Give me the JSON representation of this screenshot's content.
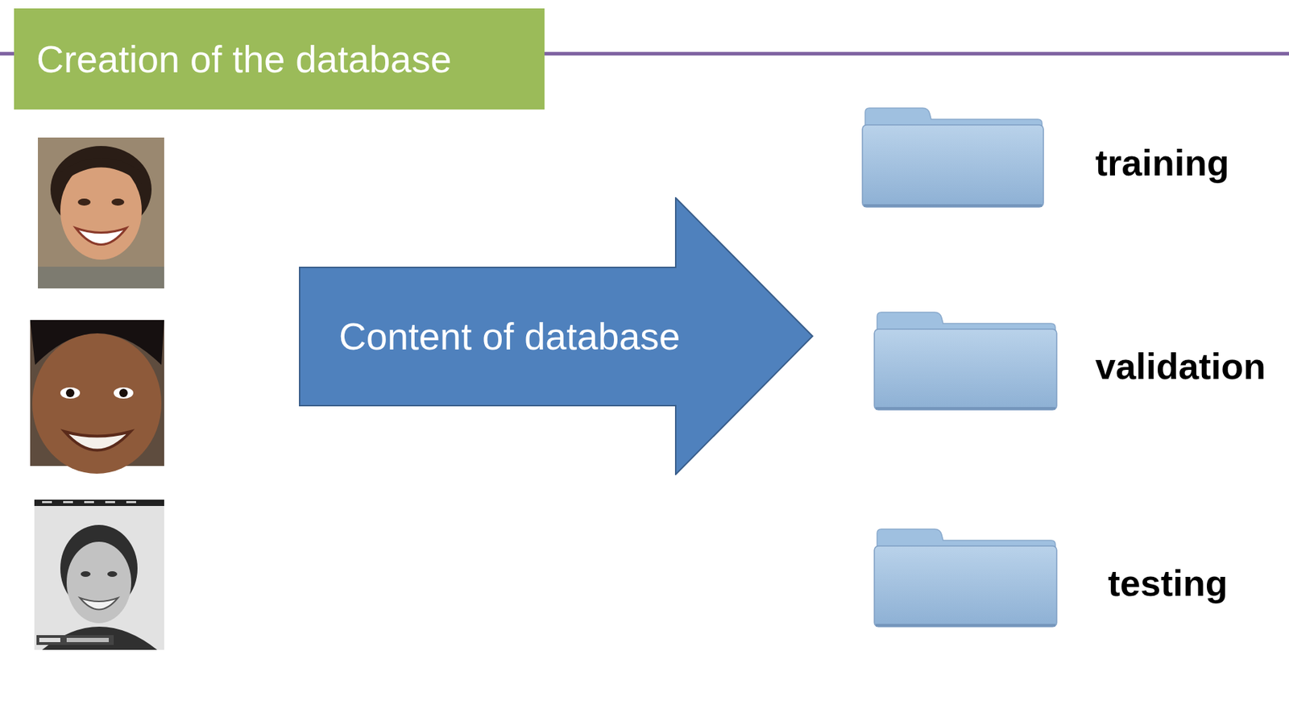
{
  "diagram": {
    "title": "Creation of the database",
    "nodes": [
      {
        "text": [
          "Content of database"
        ]
      },
      {
        "text": [
          "training"
        ]
      },
      {
        "text": [
          "validation"
        ]
      },
      {
        "text": [
          "testing"
        ]
      }
    ]
  }
}
